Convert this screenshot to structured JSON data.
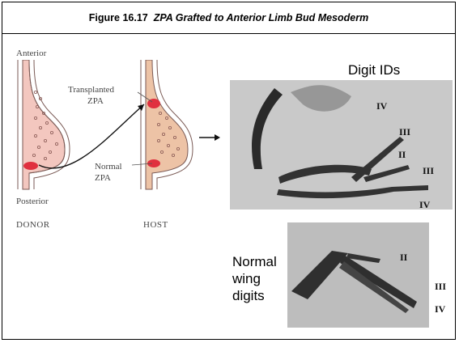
{
  "figure": {
    "number": "Figure 16.17",
    "title": "ZPA Grafted to Anterior Limb Bud Mesoderm"
  },
  "schematic": {
    "anterior": "Anterior",
    "posterior": "Posterior",
    "transplanted_zpa_line1": "Transplanted",
    "transplanted_zpa_line2": "ZPA",
    "normal_zpa_line1": "Normal",
    "normal_zpa_line2": "ZPA",
    "donor": "DONOR",
    "host": "HOST",
    "colors": {
      "tissue": "#f0b9b0",
      "tissue_host": "#e8b89a",
      "zpa": "#e03040"
    }
  },
  "top_photo": {
    "heading": "Digit IDs",
    "digits": [
      "IV",
      "III",
      "II",
      "III",
      "IV"
    ]
  },
  "bottom_photo": {
    "caption_line1": "Normal",
    "caption_line2": "wing",
    "caption_line3": "digits",
    "digits": [
      "II",
      "III",
      "IV"
    ]
  }
}
